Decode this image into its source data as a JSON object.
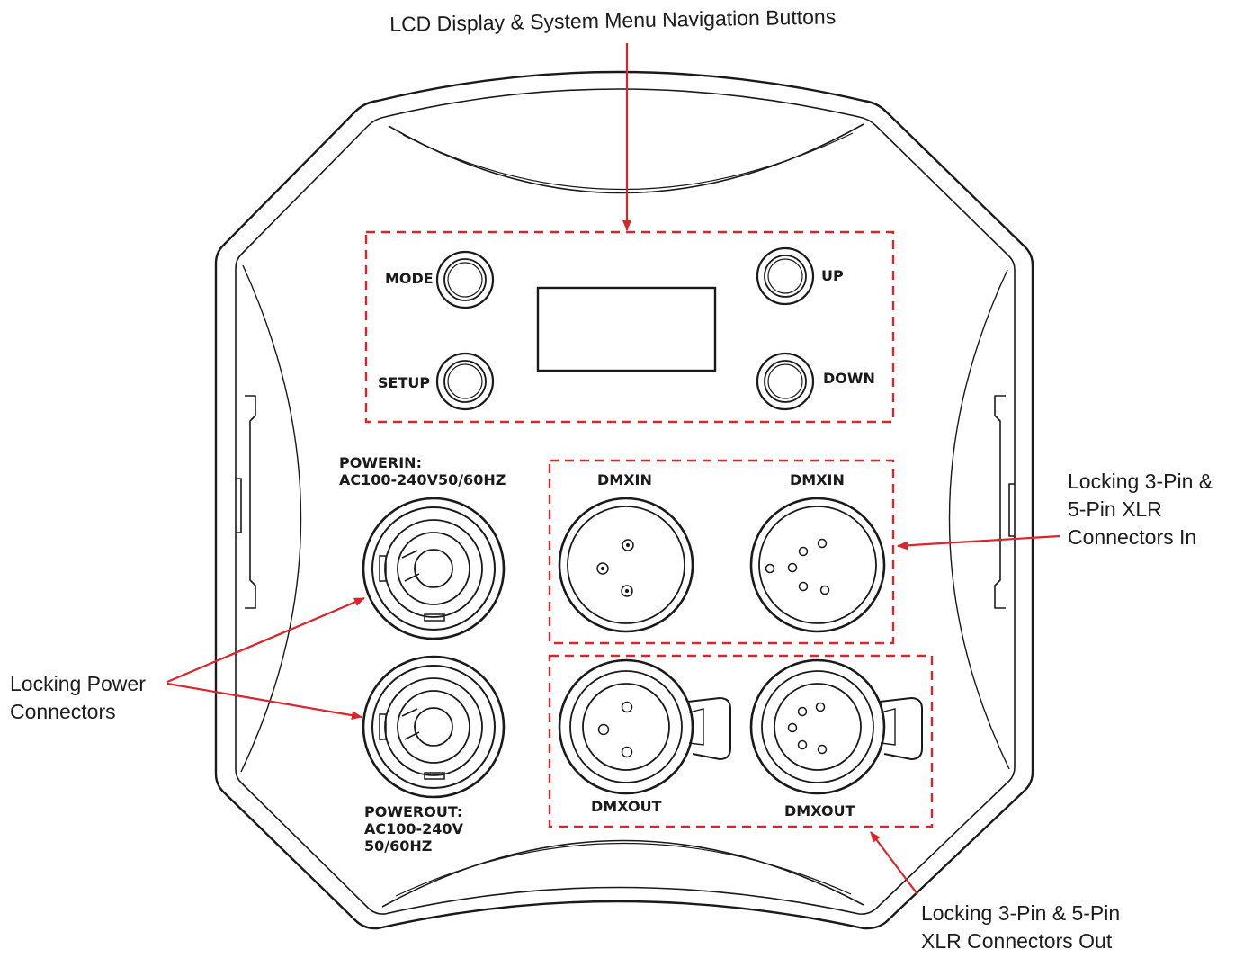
{
  "colors": {
    "outline": "#1a1a1a",
    "callout_red": "#d8262d"
  },
  "callouts": {
    "lcd": "LCD Display & System Menu Navigation Buttons",
    "xlr_in": "Locking 3-Pin &\n5-Pin XLR\nConnectors In",
    "power": "Locking Power\nConnectors",
    "xlr_out": "Locking 3-Pin & 5-Pin\nXLR Connectors Out"
  },
  "buttons": {
    "mode": "MODE",
    "up": "UP",
    "setup": "SETUP",
    "down": "DOWN"
  },
  "connectors": {
    "power_in": "POWERIN:\nAC100-240V50/60HZ",
    "power_out": "POWEROUT:\nAC100-240V\n50/60HZ",
    "dmx_in_3pin": "DMXIN",
    "dmx_in_5pin": "DMXIN",
    "dmx_out_3pin": "DMXOUT",
    "dmx_out_5pin": "DMXOUT"
  }
}
